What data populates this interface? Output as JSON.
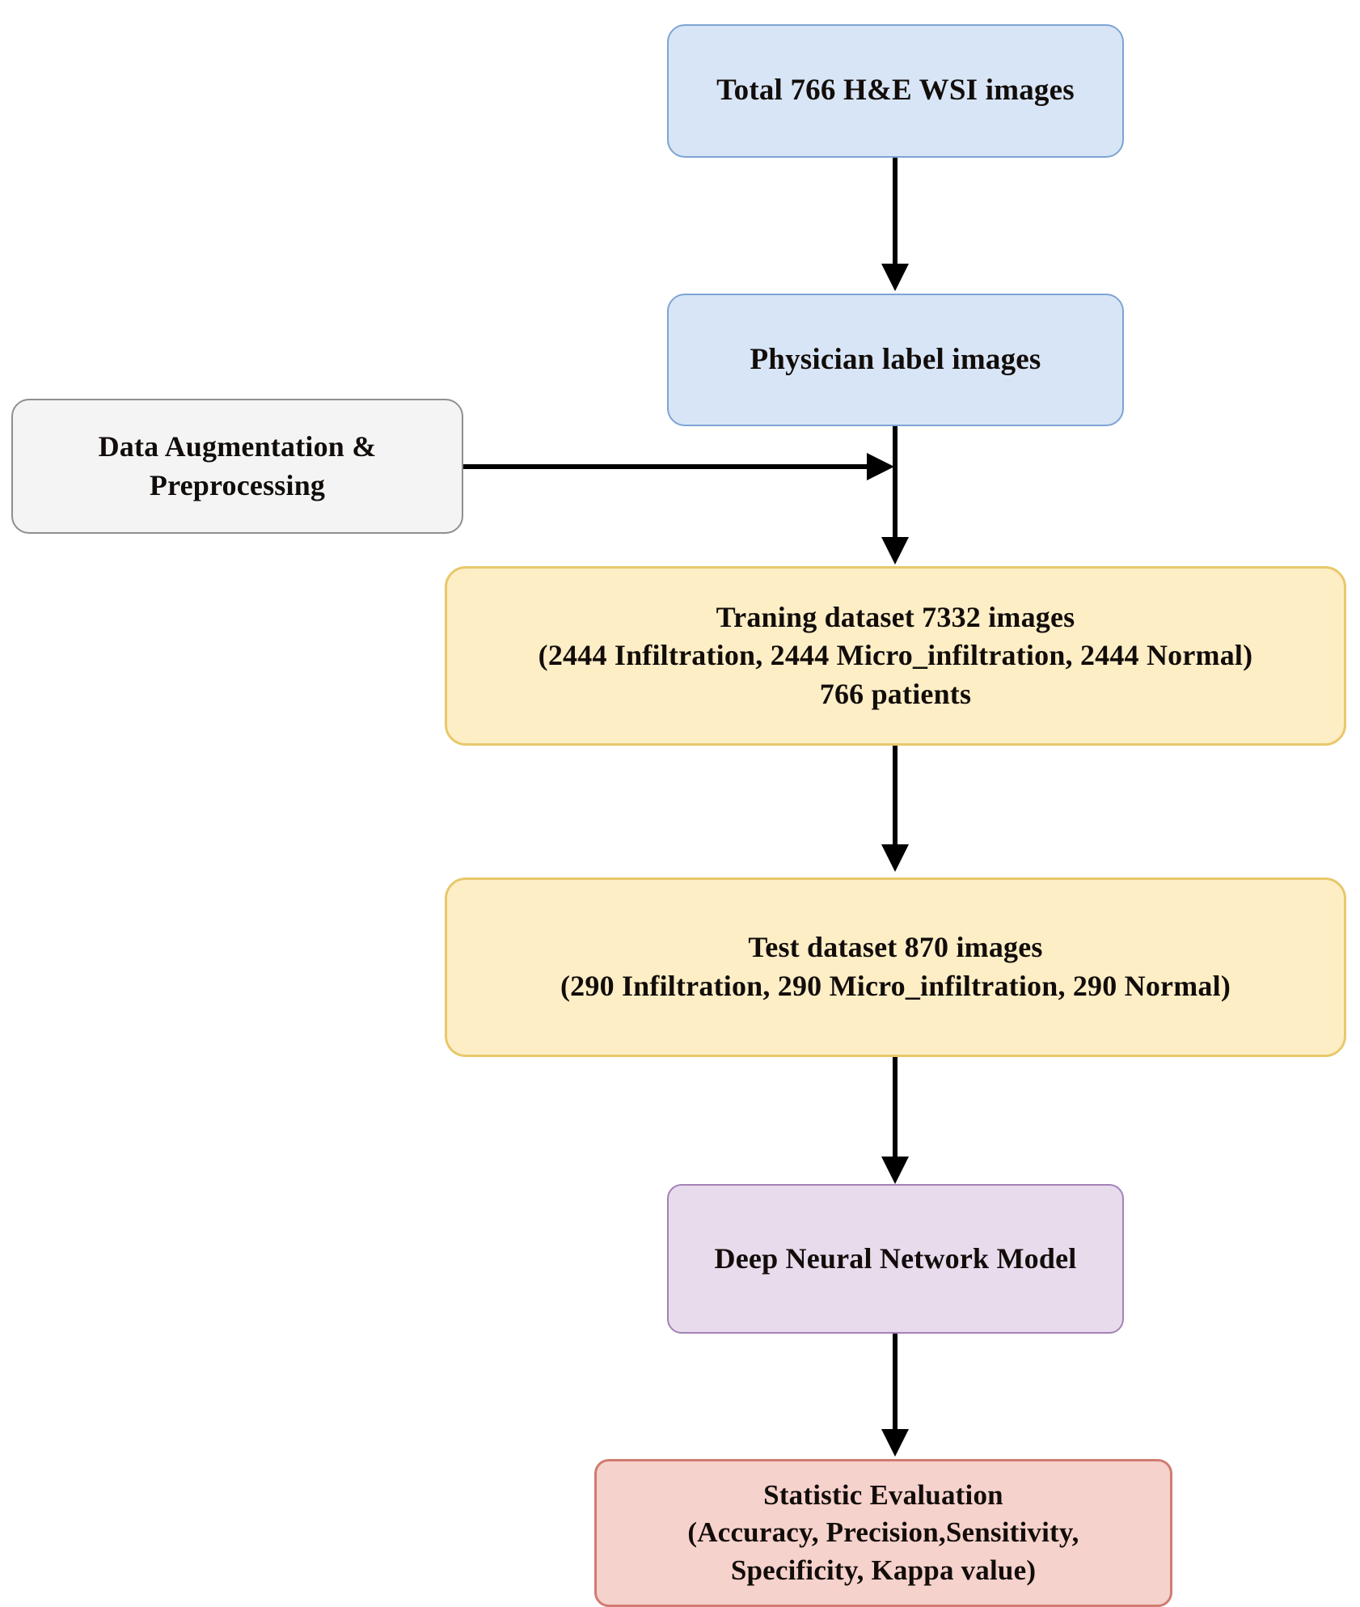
{
  "diagram": {
    "title": "Study workflow flowchart",
    "background": "#ffffff",
    "colors": {
      "blue_fill": "#d8e5f6",
      "blue_border": "#7da4d4",
      "gray_fill": "#f4f4f4",
      "gray_border": "#8f8f8f",
      "yellow_fill": "#fdeec6",
      "yellow_border": "#e8c86a",
      "purple_fill": "#e7dbec",
      "purple_border": "#a482b6",
      "pink_fill": "#f6d2cc",
      "pink_border": "#d07c72",
      "arrow": "#000000",
      "text": "#120d0a"
    },
    "nodes": {
      "total_wsi": {
        "lines": [
          "Total 766 H&E WSI images"
        ]
      },
      "physician_label": {
        "lines": [
          "Physician label images"
        ]
      },
      "augmentation": {
        "lines": [
          "Data Augmentation &",
          "Preprocessing"
        ]
      },
      "training_dataset": {
        "lines": [
          "Traning dataset 7332 images",
          "(2444 Infiltration,  2444  Micro_infiltration, 2444 Normal)",
          "766 patients"
        ]
      },
      "test_dataset": {
        "lines": [
          "Test dataset  870 images",
          "(290 Infiltration,  290  Micro_infiltration, 290 Normal)"
        ]
      },
      "dnn_model": {
        "lines": [
          "Deep Neural Network Model"
        ]
      },
      "statistic_evaluation": {
        "lines": [
          "Statistic Evaluation",
          "(Accuracy, Precision,Sensitivity,",
          "Specificity, Kappa value)"
        ]
      }
    }
  },
  "chart_data": {
    "type": "diagram",
    "title": "Deep learning study pipeline for H&E WSI classification",
    "flow": [
      {
        "from": "total_wsi",
        "to": "physician_label",
        "style": "arrow-down"
      },
      {
        "from": "augmentation",
        "to": "physician_label_to_training_edge",
        "style": "arrow-right"
      },
      {
        "from": "physician_label",
        "to": "training_dataset",
        "style": "arrow-down"
      },
      {
        "from": "training_dataset",
        "to": "test_dataset",
        "style": "arrow-down"
      },
      {
        "from": "test_dataset",
        "to": "dnn_model",
        "style": "arrow-down"
      },
      {
        "from": "dnn_model",
        "to": "statistic_evaluation",
        "style": "arrow-down"
      }
    ],
    "counts": {
      "total_wsi_images": 766,
      "training_images_total": 7332,
      "training_infiltration": 2444,
      "training_micro_infiltration": 2444,
      "training_normal": 2444,
      "training_patients": 766,
      "test_images_total": 870,
      "test_infiltration": 290,
      "test_micro_infiltration": 290,
      "test_normal": 290
    },
    "metrics": [
      "Accuracy",
      "Precision",
      "Sensitivity",
      "Specificity",
      "Kappa value"
    ],
    "classes": [
      "Infiltration",
      "Micro_infiltration",
      "Normal"
    ]
  }
}
